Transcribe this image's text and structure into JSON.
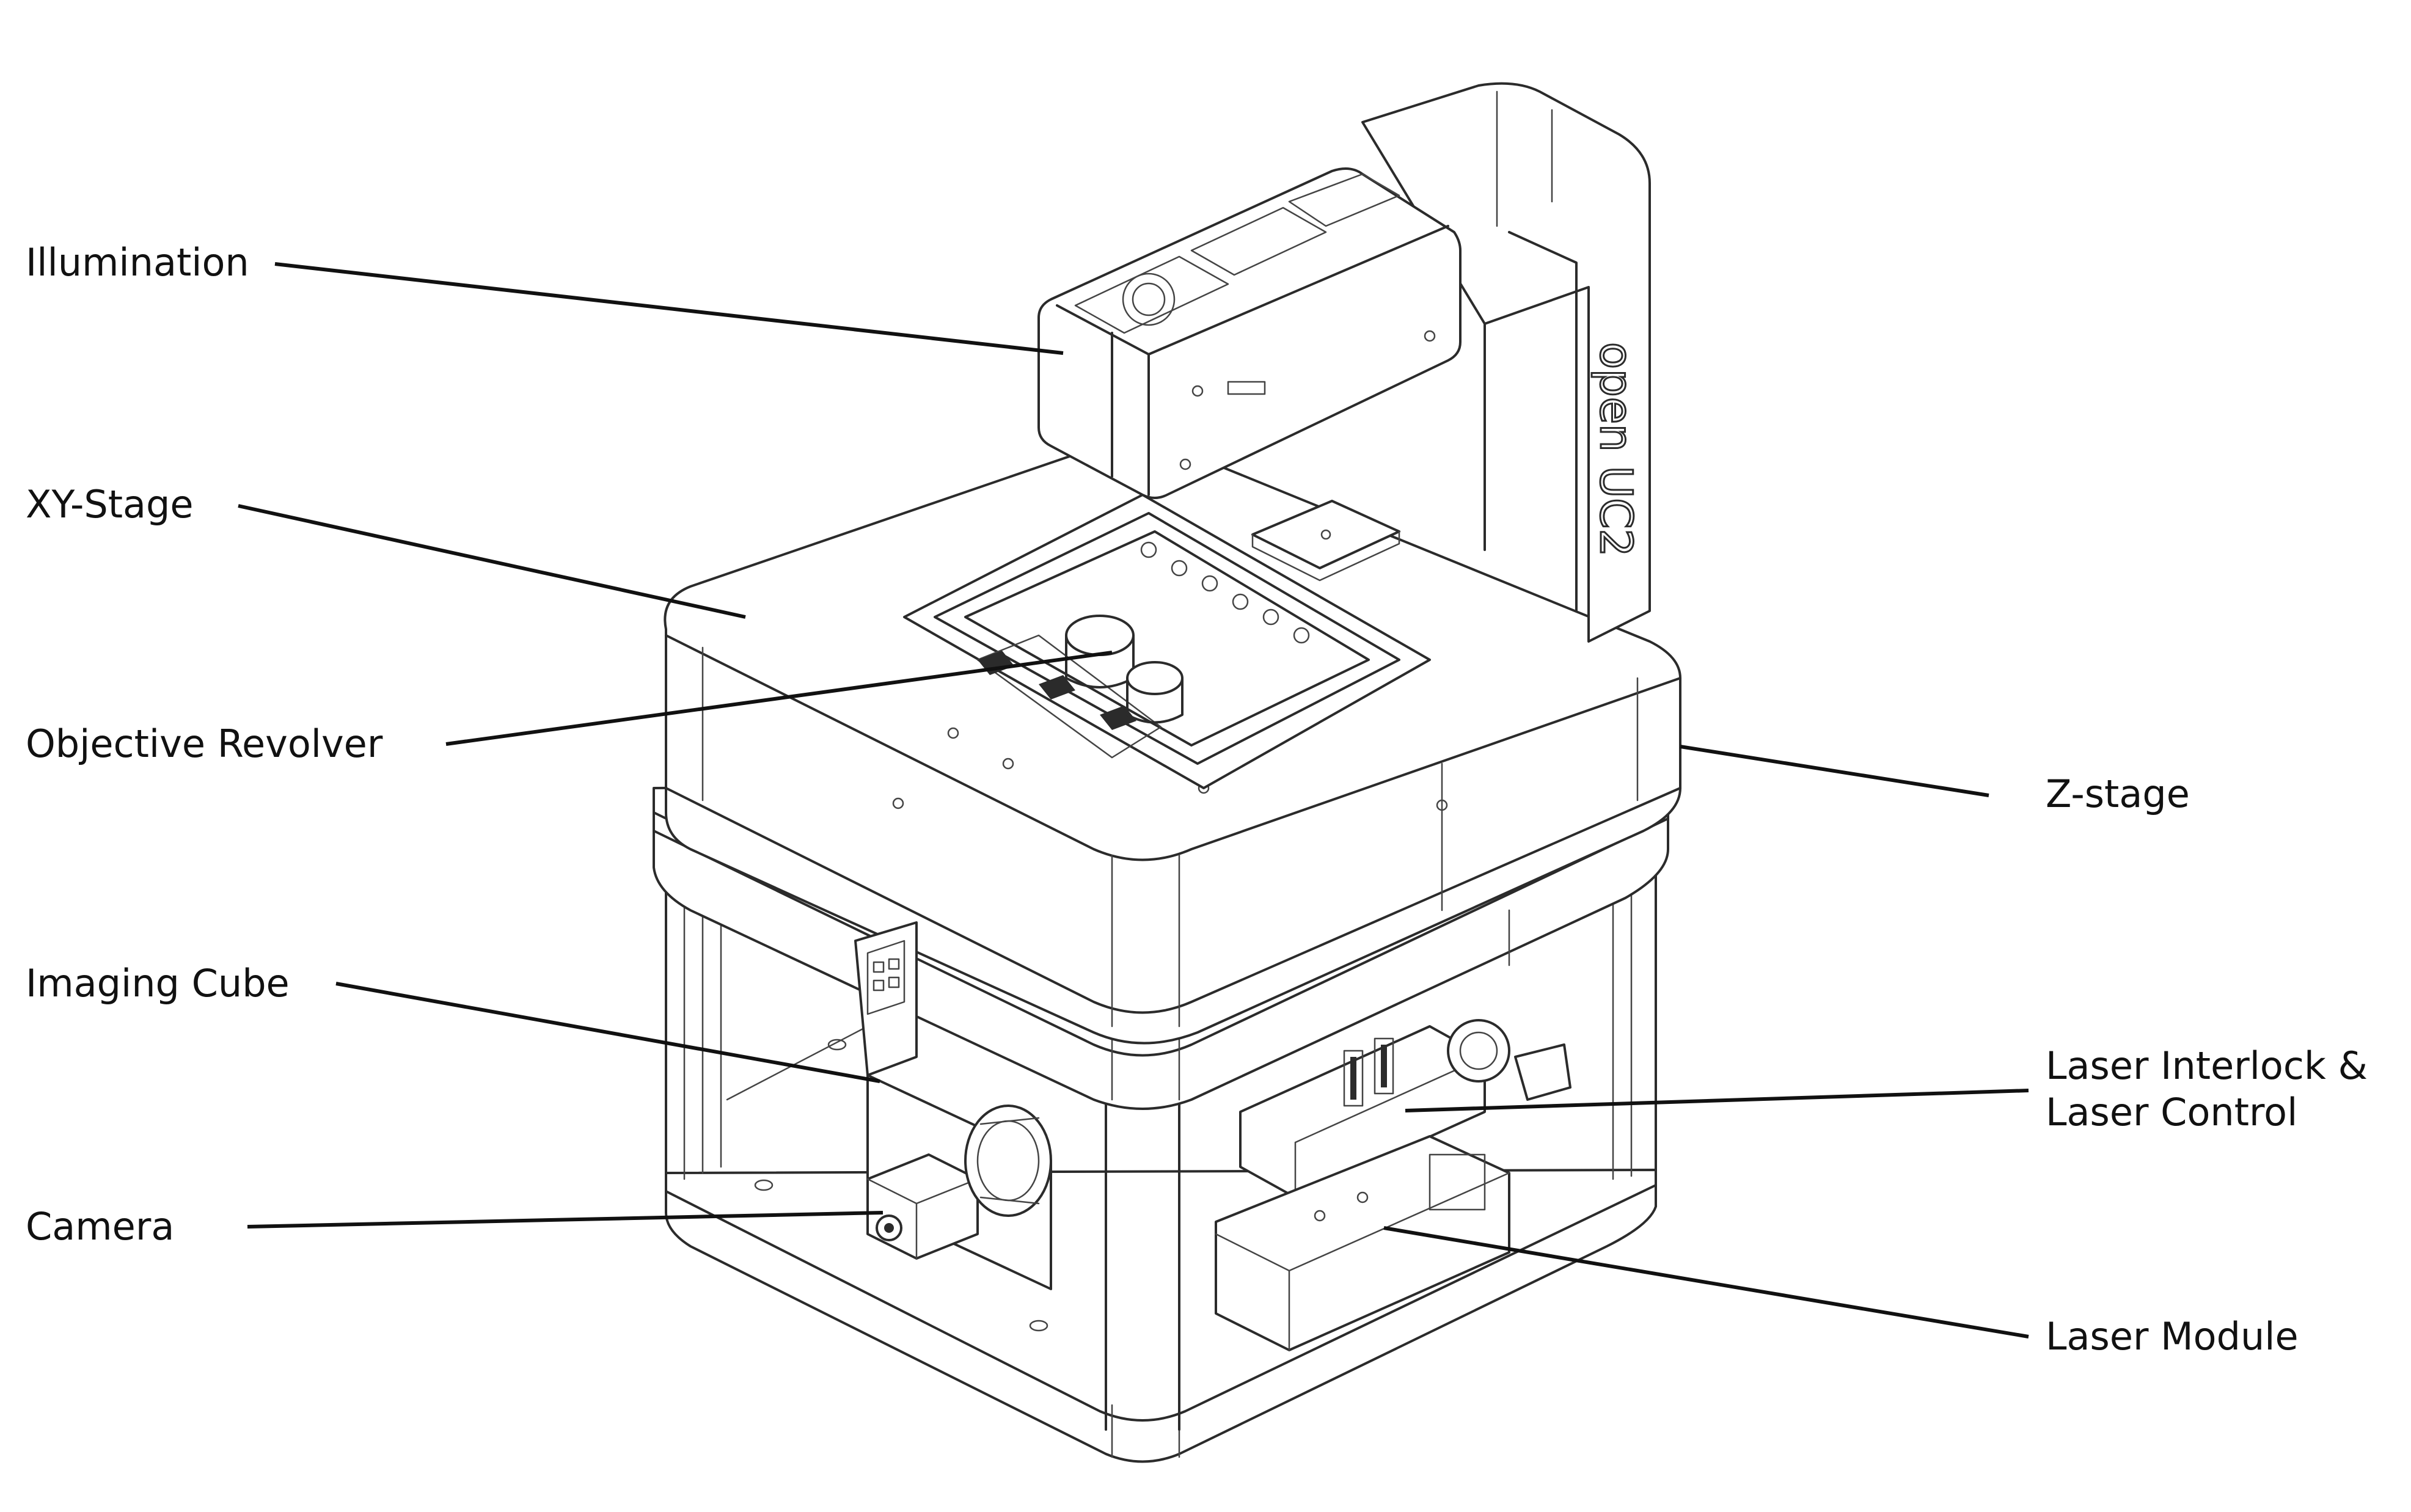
{
  "diagram": {
    "labels": {
      "illumination": "Illumination",
      "xy_stage": "XY-Stage",
      "objective_revolver": "Objective Revolver",
      "imaging_cube": "Imaging Cube",
      "camera": "Camera",
      "z_stage": "Z-stage",
      "laser_interlock_line1": "Laser Interlock &",
      "laser_interlock_line2": "Laser Control",
      "laser_module": "Laser Module"
    },
    "brand_text": "open UC2",
    "colors": {
      "line": "#2b2b2b",
      "leader": "#111111",
      "background": "#ffffff"
    }
  }
}
